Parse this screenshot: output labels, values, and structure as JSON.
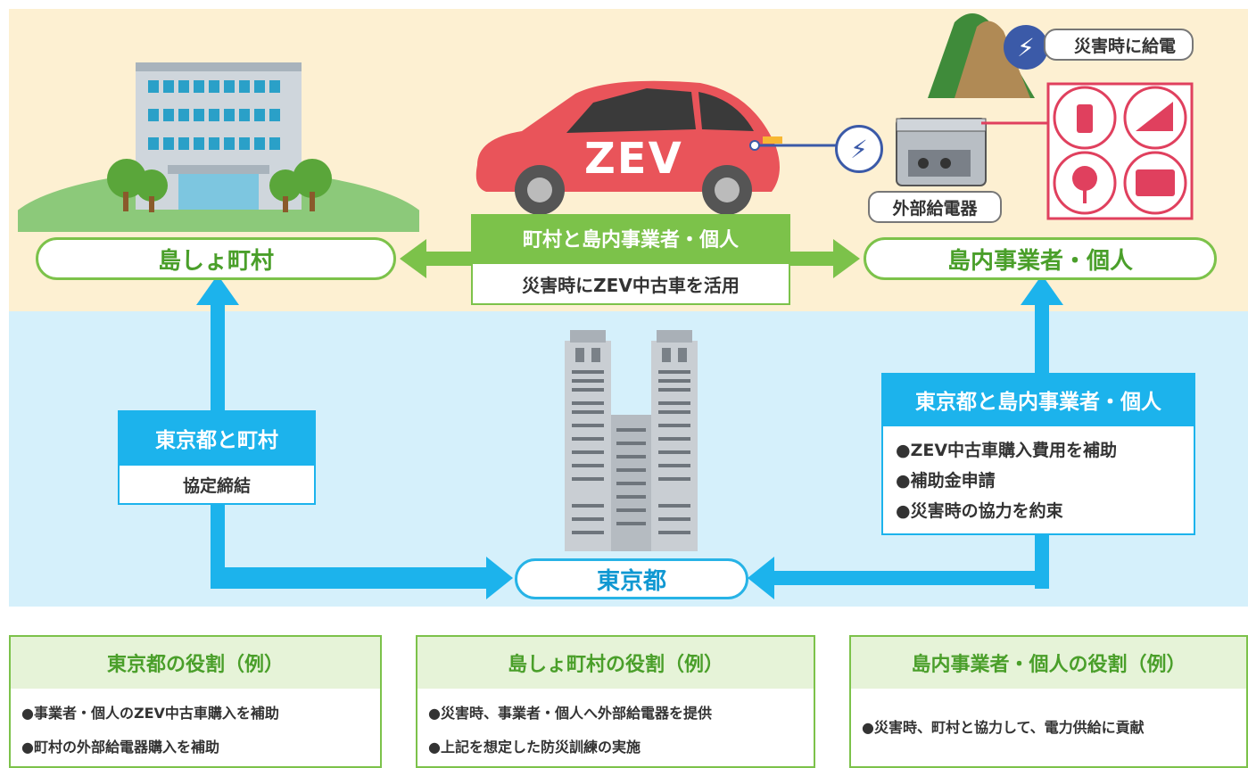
{
  "top_nodes": {
    "islands": "島しょ町村",
    "business": "島内事業者・個人"
  },
  "center_link": {
    "title": "町村と島内事業者・個人",
    "subtitle": "災害時にZEV中古車を活用"
  },
  "car_label": "ZEV",
  "charger_label": "外部給電器",
  "disaster_label": "災害時に給電",
  "tokyo_node": "東京都",
  "tokyo_town": {
    "title": "東京都と町村",
    "subtitle": "協定締結"
  },
  "tokyo_business": {
    "title": "東京都と島内事業者・個人",
    "items": [
      "●ZEV中古車購入費用を補助",
      "●補助金申請",
      "●災害時の協力を約束"
    ]
  },
  "roles": [
    {
      "title": "東京都の役割（例）",
      "items": [
        "●事業者・個人のZEV中古車購入を補助",
        "●町村の外部給電器購入を補助"
      ]
    },
    {
      "title": "島しょ町村の役割（例）",
      "items": [
        "●災害時、事業者・個人へ外部給電器を提供",
        "●上記を想定した防災訓練の実施"
      ]
    },
    {
      "title": "島内事業者・個人の役割（例）",
      "items": [
        "●災害時、町村と協力して、電力供給に貢献"
      ]
    }
  ],
  "colors": {
    "green": "#7cc24a",
    "blue": "#1cb3ec",
    "car": "#e9545a",
    "pink": "#e0405e"
  }
}
